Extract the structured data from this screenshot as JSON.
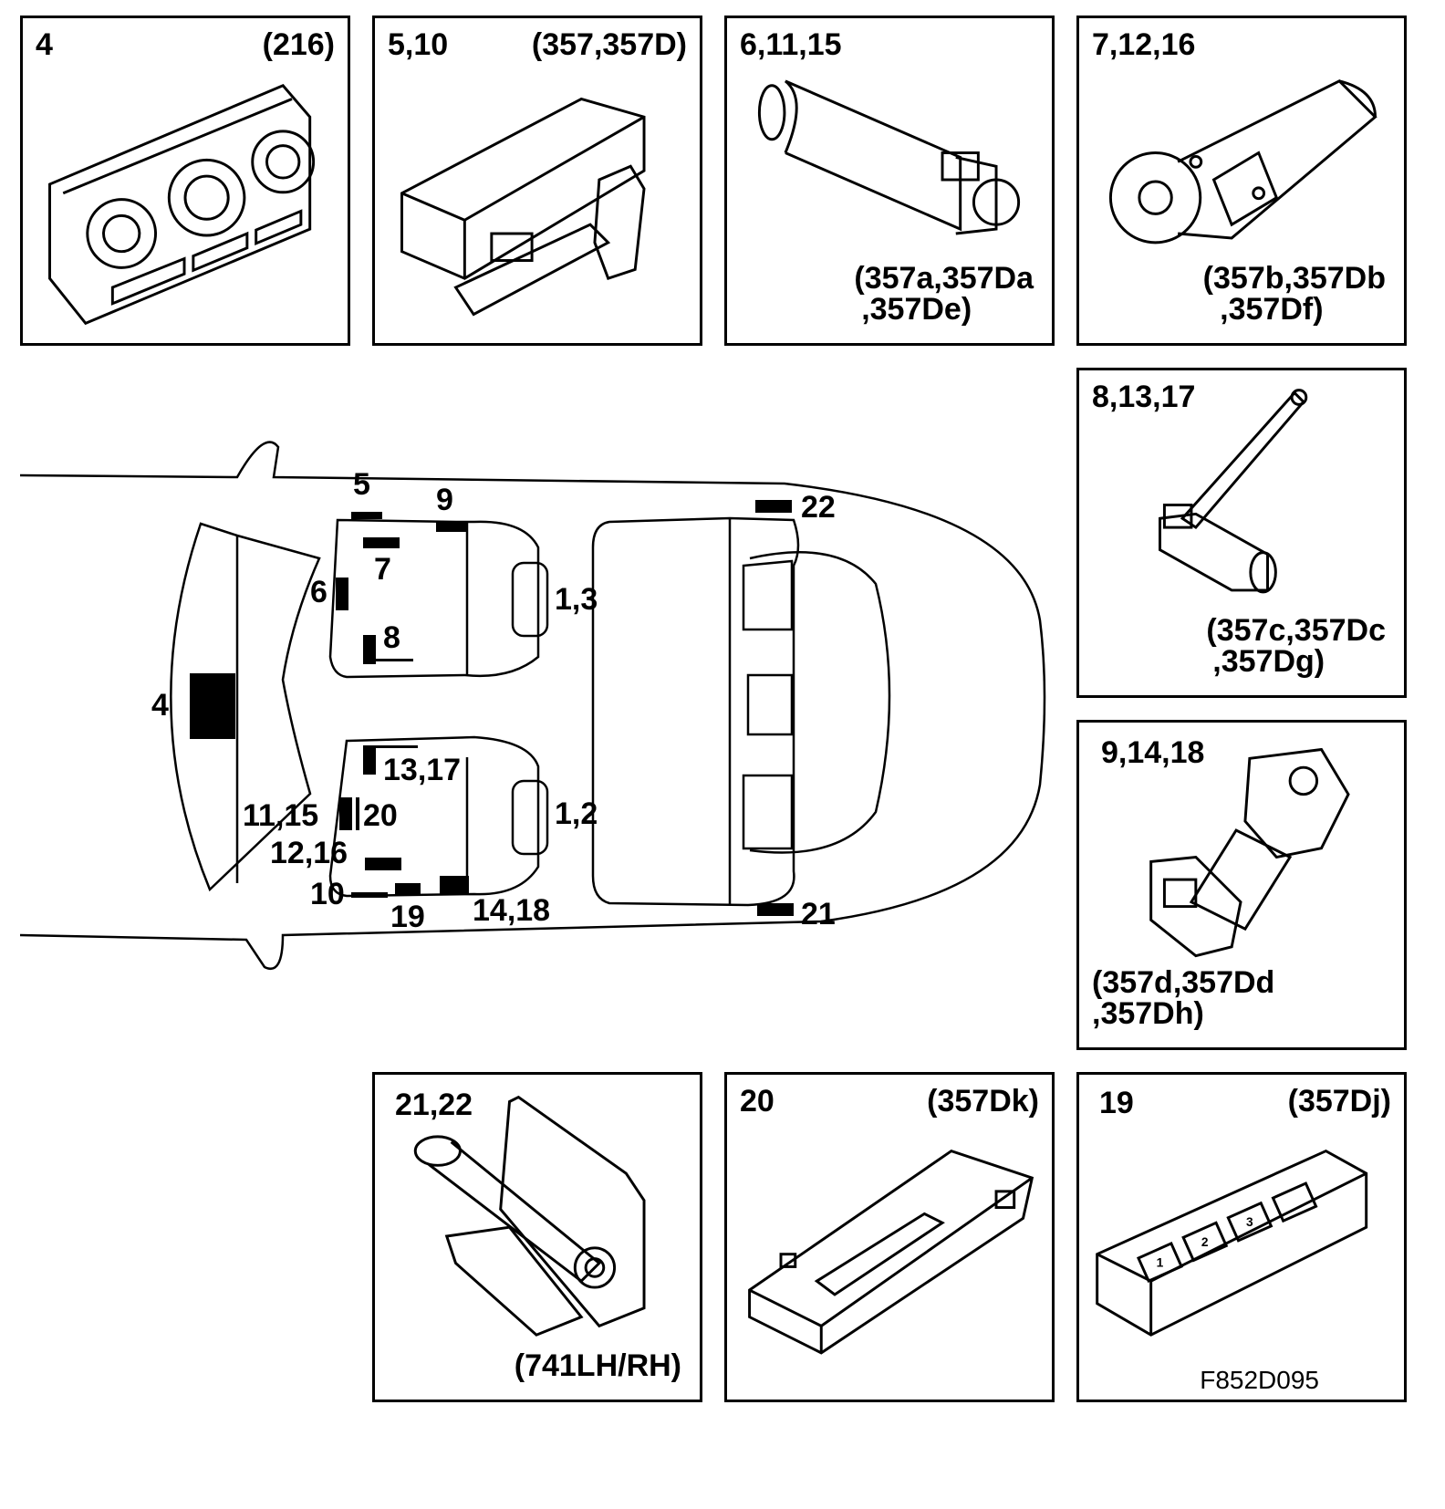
{
  "panels": {
    "p4": {
      "number": "4",
      "ref": "(216)"
    },
    "p5_10": {
      "number": "5,10",
      "ref": "(357,357D)"
    },
    "p6_11_15": {
      "number": "6,11,15",
      "ref_line1": "(357a,357Da",
      "ref_line2": ",357De)"
    },
    "p7_12_16": {
      "number": "7,12,16",
      "ref_line1": "(357b,357Db",
      "ref_line2": ",357Df)"
    },
    "p8_13_17": {
      "number": "8,13,17",
      "ref_line1": "(357c,357Dc",
      "ref_line2": ",357Dg)"
    },
    "p9_14_18": {
      "number": "9,14,18",
      "ref_line1": "(357d,357Dd",
      "ref_line2": ",357Dh)"
    },
    "p21_22": {
      "number": "21,22",
      "ref": "(741LH/RH)"
    },
    "p20": {
      "number": "20",
      "ref": "(357Dk)"
    },
    "p19": {
      "number": "19",
      "ref": "(357Dj)"
    }
  },
  "car_labels": {
    "l5": "5",
    "l9": "9",
    "l22": "22",
    "l7": "7",
    "l6": "6",
    "l1_3": "1,3",
    "l8": "8",
    "l4": "4",
    "l13_17": "13,17",
    "l11_15": "11,15",
    "l20": "20",
    "l1_2": "1,2",
    "l12_16": "12,16",
    "l10": "10",
    "l19": "19",
    "l14_18": "14,18",
    "l21": "21"
  },
  "figure_id": "F852D095"
}
